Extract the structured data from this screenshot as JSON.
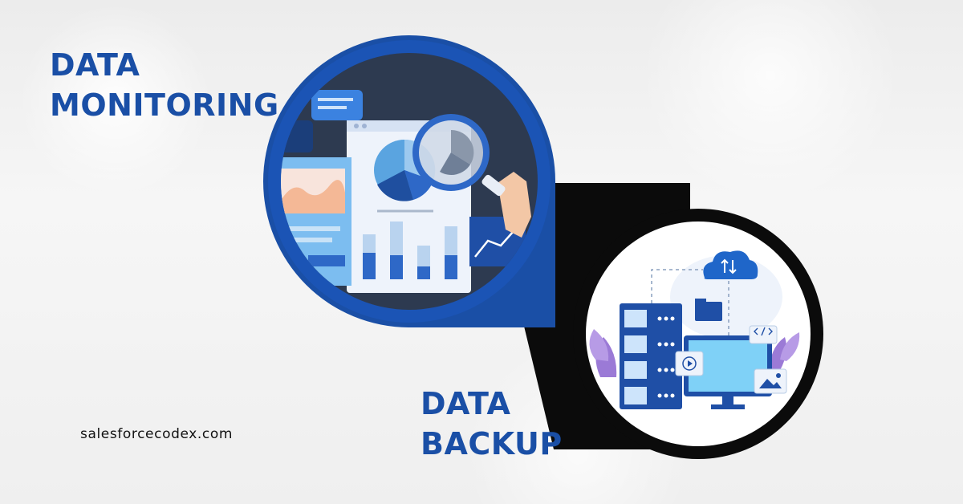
{
  "headings": {
    "monitoring": {
      "line1": "DATA",
      "line2": "MONITORING"
    },
    "backup": {
      "line1": "DATA",
      "line2": "BACKUP"
    }
  },
  "website": "salesforcecodex.com",
  "colors": {
    "primary_blue": "#1a4fa6",
    "ring_dark": "#0a0a0a",
    "light_blue": "#3fa2e8"
  },
  "illustrations": {
    "monitoring": "analytics-dashboard-with-magnifier",
    "backup": "server-cloud-computer"
  }
}
